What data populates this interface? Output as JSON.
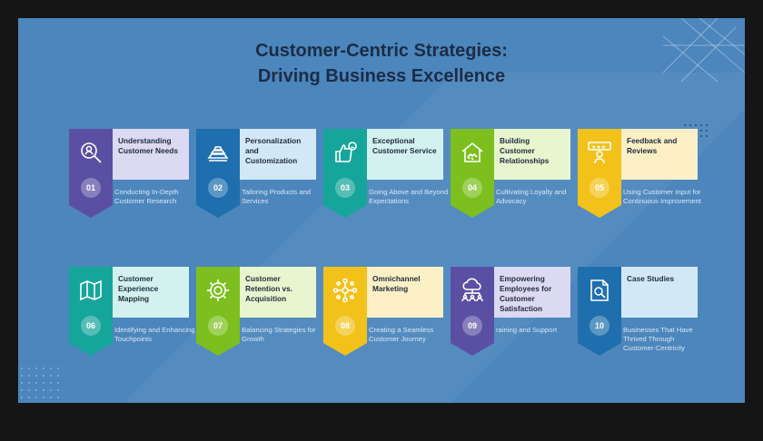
{
  "title_line1": "Customer-Centric Strategies:",
  "title_line2": "Driving Business Excellence",
  "strategies": [
    {
      "number": "01",
      "title": "Understanding Customer Needs",
      "description": "Conducting In-Depth Customer Research",
      "icon": "magnifier-person-icon",
      "band_color": "#5b4fa3",
      "panel_color": "#dcd9f3"
    },
    {
      "number": "02",
      "title": "Personalization and Customization",
      "description": "Tailoring Products and Services",
      "icon": "stacked-layers-icon",
      "band_color": "#1f6fae",
      "panel_color": "#d2e8f7"
    },
    {
      "number": "03",
      "title": "Exceptional Customer Service",
      "description": "Going Above and Beyond Expectations",
      "icon": "thumbs-up-smile-icon",
      "band_color": "#16a59a",
      "panel_color": "#d3f1ef"
    },
    {
      "number": "04",
      "title": "Building Customer Relationships",
      "description": "Cultivating Loyalty and Advocacy",
      "icon": "house-handshake-icon",
      "band_color": "#7cbf1f",
      "panel_color": "#e8f6cf"
    },
    {
      "number": "05",
      "title": "Feedback and Reviews",
      "description": "Using Customer Input for Continuous Improvement",
      "icon": "rating-stars-icon",
      "band_color": "#f2c21b",
      "panel_color": "#fdf0c7"
    },
    {
      "number": "06",
      "title": "Customer Experience Mapping",
      "description": "Identifying and Enhancing Touchpoints",
      "icon": "map-icon",
      "band_color": "#16a59a",
      "panel_color": "#d3f1ef"
    },
    {
      "number": "07",
      "title": "Customer Retention vs. Acquisition",
      "description": "Balancing Strategies for Growth",
      "icon": "gear-icon",
      "band_color": "#7cbf1f",
      "panel_color": "#e8f6cf"
    },
    {
      "number": "08",
      "title": "Omnichannel Marketing",
      "description": "Creating a Seamless Customer Journey",
      "icon": "network-icon",
      "band_color": "#f2c21b",
      "panel_color": "#fdf0c7"
    },
    {
      "number": "09",
      "title": "Empowering Employees for Customer Satisfaction",
      "description": "raining and Support",
      "icon": "cloud-team-icon",
      "band_color": "#5b4fa3",
      "panel_color": "#dcd9f3"
    },
    {
      "number": "10",
      "title": "Case Studies",
      "description": "Businesses That Have Thrived Through Customer-Centricity",
      "icon": "document-search-icon",
      "band_color": "#1f6fae",
      "panel_color": "#d2e8f7"
    }
  ]
}
